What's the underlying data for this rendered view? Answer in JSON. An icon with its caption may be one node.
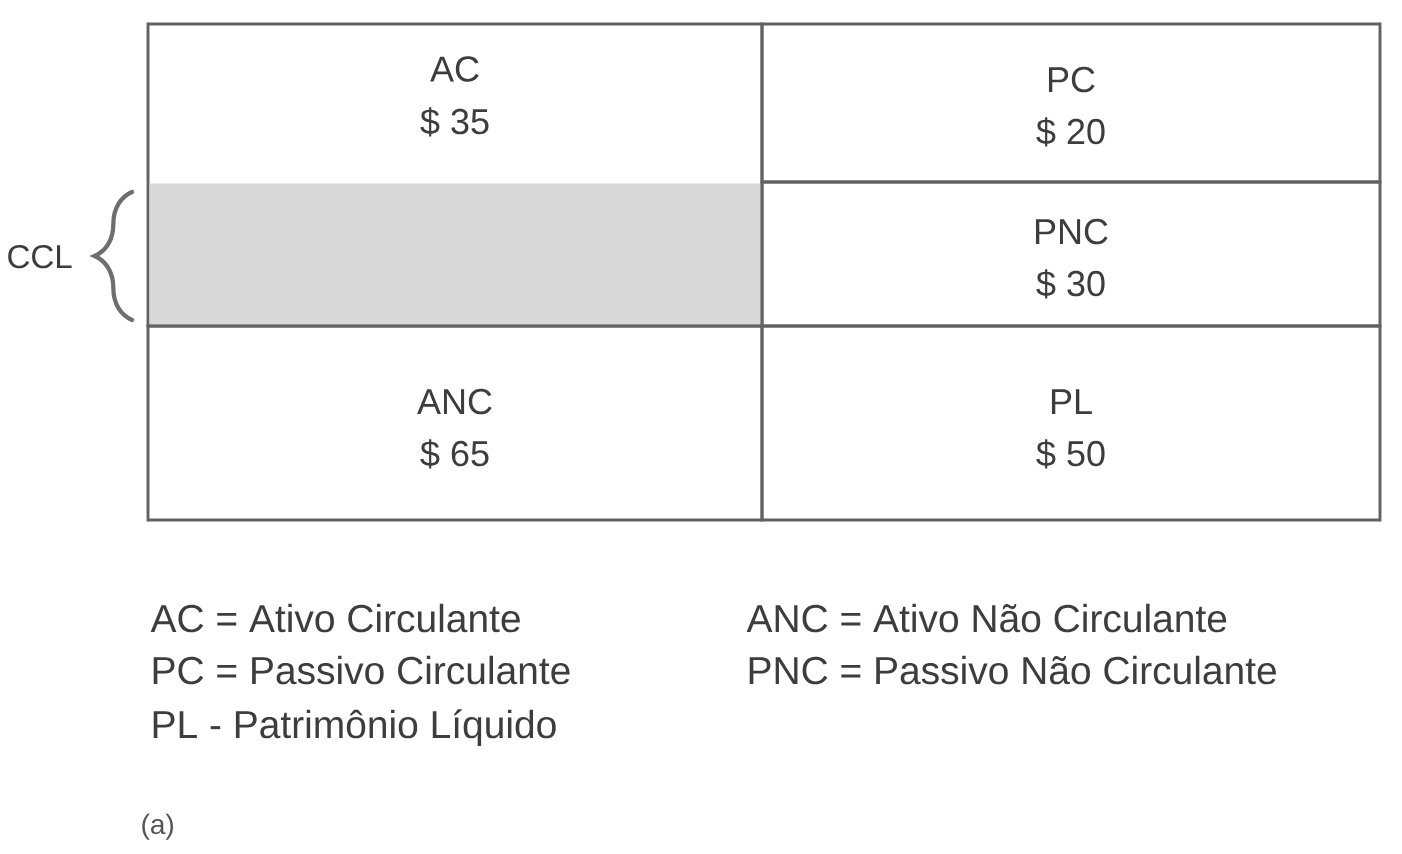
{
  "diagram": {
    "nodes": [
      {
        "text": [
          "AC",
          "$ 35"
        ]
      },
      {
        "text": [
          "PC",
          "$ 20"
        ]
      },
      {
        "text": [],
        "shape": "box",
        "in": 0,
        "beside": [
          "CCL"
        ]
      },
      {
        "text": [
          "PNC",
          "$ 30"
        ]
      },
      {
        "text": [
          "ANC",
          "$ 65"
        ]
      },
      {
        "text": [
          "PL",
          "$ 50"
        ]
      }
    ],
    "labels": [
      "AC = Ativo Circulante",
      "ANC = Ativo Não Circulante",
      "PC = Passivo Circulante",
      "PNC = Passivo Não Circulante",
      "PL - Patrimônio Líquido",
      "(a)"
    ]
  }
}
